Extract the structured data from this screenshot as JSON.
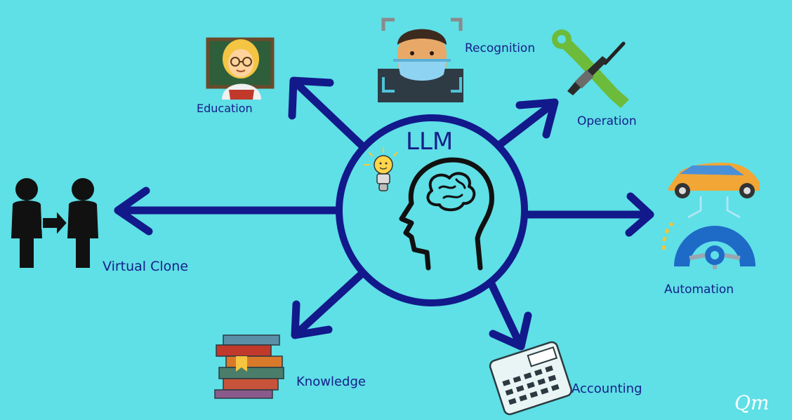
{
  "center": {
    "title": "LLM"
  },
  "nodes": {
    "education": "Education",
    "recognition": "Recognition",
    "operation": "Operation",
    "automation": "Automation",
    "accounting": "Accounting",
    "knowledge": "Knowledge",
    "virtual_clone": "Virtual Clone"
  },
  "signature": "Qm",
  "colors": {
    "background": "#5fdfe6",
    "arrow": "#12198a",
    "label": "#16208a"
  },
  "icons": {
    "education": "teacher-icon",
    "recognition": "face-recognition-icon",
    "operation": "wrench-screwdriver-icon",
    "automation": "car-steering-wheel-icon",
    "accounting": "calculator-icon",
    "knowledge": "books-icon",
    "virtual_clone": "person-to-person-icon",
    "center": "head-brain-icon",
    "idea": "lightbulb-icon"
  }
}
